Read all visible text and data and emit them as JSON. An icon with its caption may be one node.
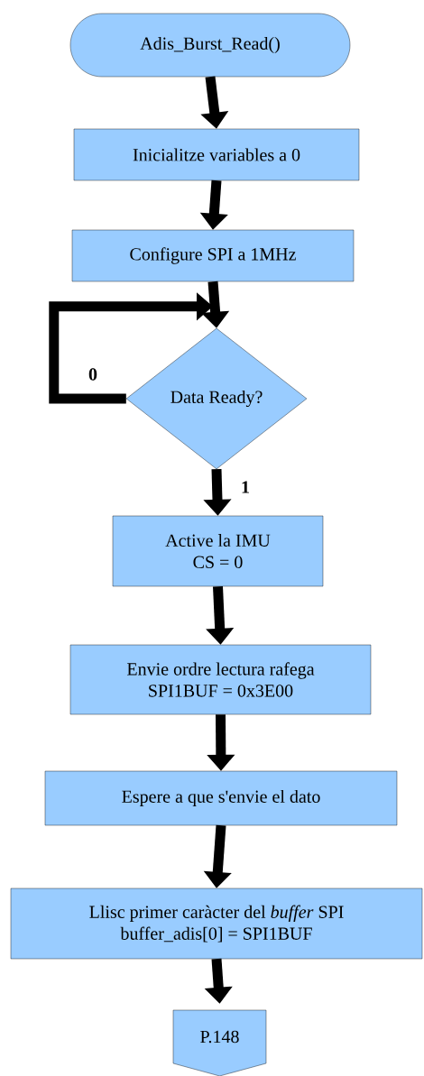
{
  "diagram": {
    "nodes": [
      {
        "text": [
          "Adis_Burst_Read()"
        ]
      },
      {
        "text": [
          "Inicialitze variables a 0"
        ]
      },
      {
        "text": [
          "Configure SPI a 1MHz"
        ]
      },
      {
        "text": [
          "Data Ready?"
        ]
      },
      {
        "text": [
          "Active la IMU",
          "CS = 0"
        ]
      },
      {
        "text": [
          "Envie ordre lectura rafega",
          "SPI1BUF = 0x3E00"
        ]
      },
      {
        "text": [
          "Espere a que s'envie el dato"
        ]
      },
      {
        "text": [
          "Llisc primer caràcter del *buffer* SPI",
          "buffer_adis[0] = SPI1BUF"
        ]
      },
      {
        "text": [
          "P.148"
        ]
      }
    ],
    "edges": [
      {
        "from": 0,
        "to": 1,
        "arrow": "to"
      },
      {
        "from": 1,
        "to": 2,
        "arrow": "to"
      },
      {
        "from": 2,
        "to": 3,
        "arrow": "to"
      },
      {
        "from": 3,
        "to": 3,
        "arrow": "to",
        "label": "0"
      },
      {
        "from": 3,
        "to": 4,
        "arrow": "to",
        "label": "1"
      },
      {
        "from": 4,
        "to": 5,
        "arrow": "to"
      },
      {
        "from": 5,
        "to": 6,
        "arrow": "to"
      },
      {
        "from": 6,
        "to": 7,
        "arrow": "to"
      },
      {
        "from": 7,
        "to": 8,
        "arrow": "to"
      }
    ]
  }
}
